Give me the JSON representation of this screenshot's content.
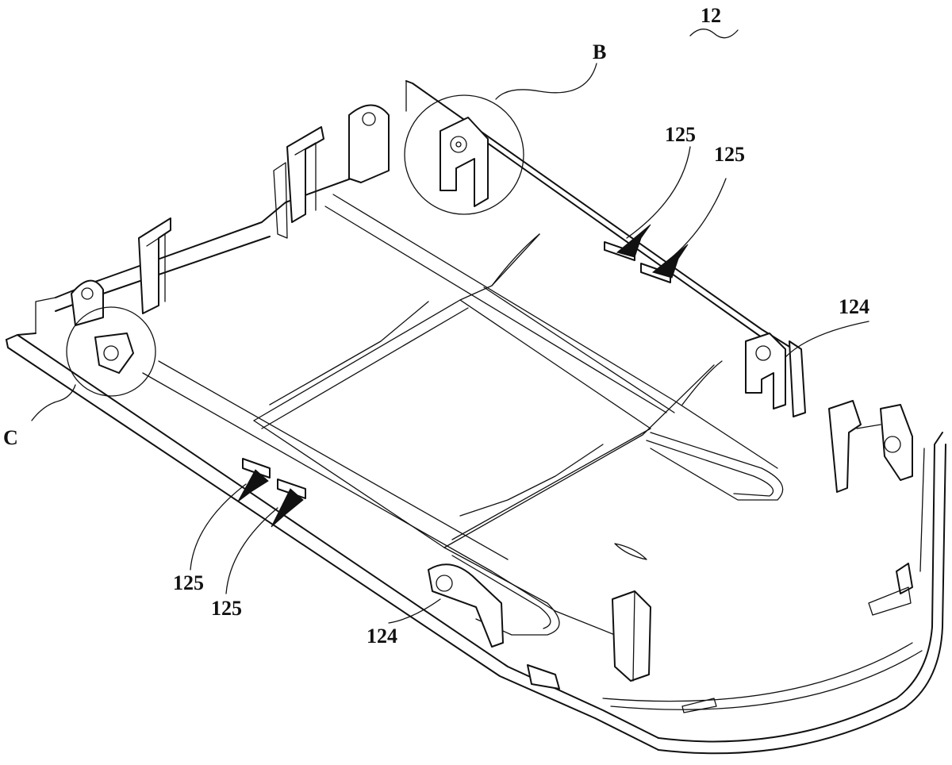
{
  "labels": {
    "part_number": "12",
    "detail_b": "B",
    "detail_c": "C",
    "ref_125": "125",
    "ref_124": "124"
  },
  "colors": {
    "line": "#111111",
    "background": "#ffffff"
  }
}
